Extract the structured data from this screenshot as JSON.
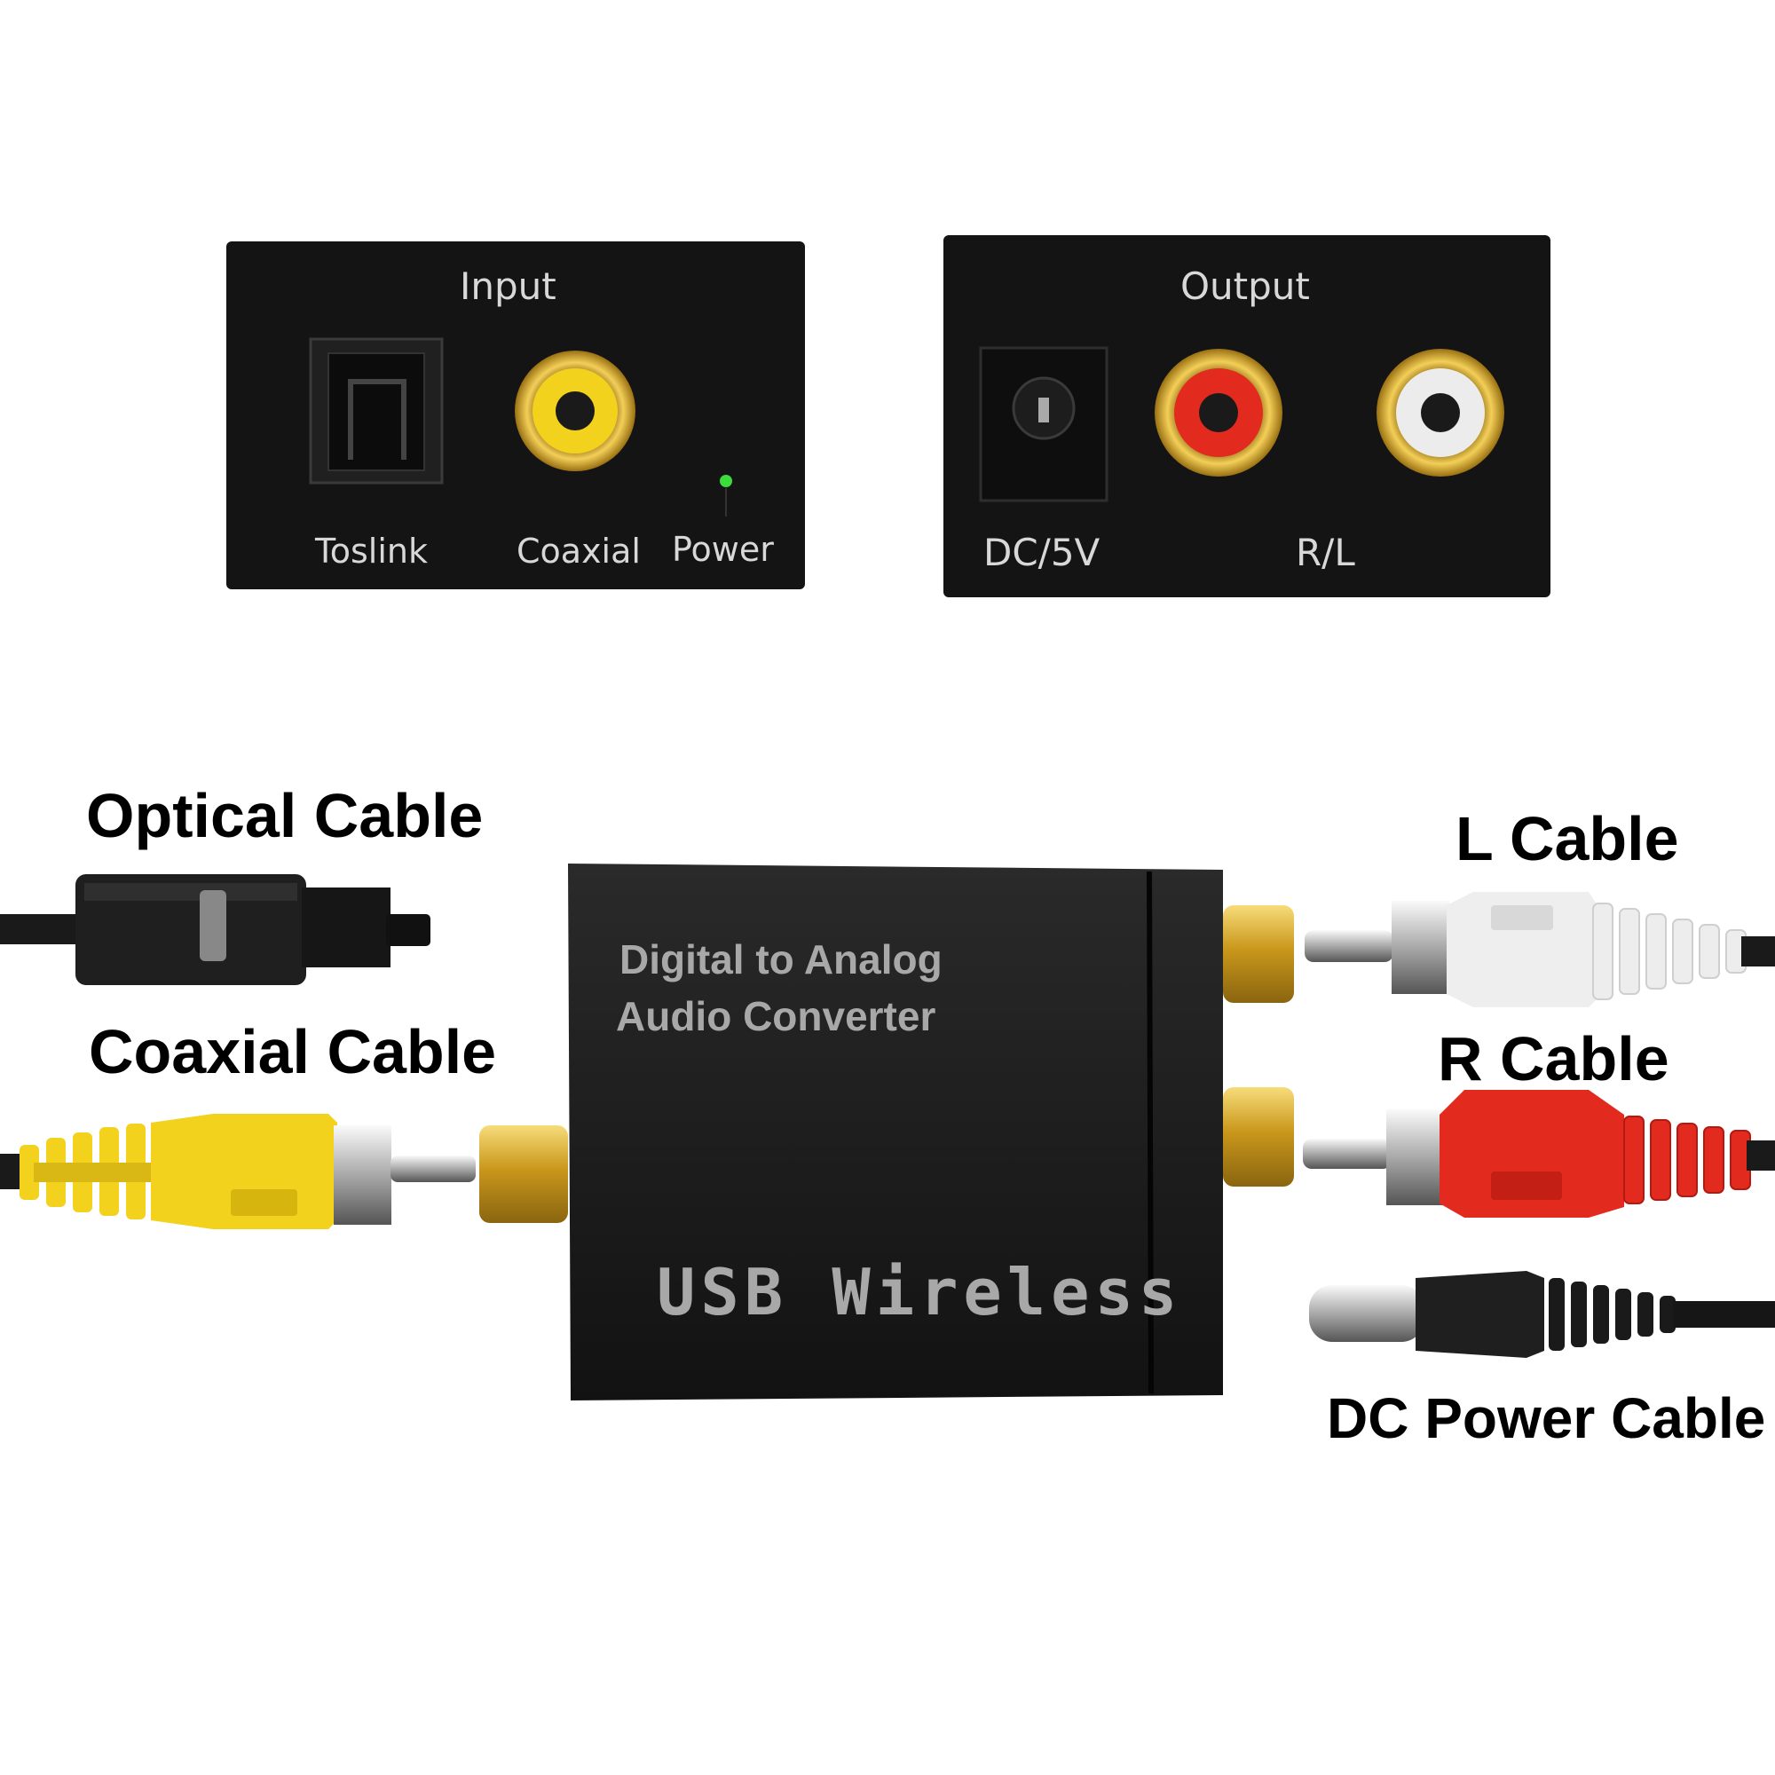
{
  "input_panel": {
    "title": "Input",
    "labels": {
      "toslink": "Toslink",
      "coaxial": "Coaxial",
      "power": "Power"
    }
  },
  "output_panel": {
    "title": "Output",
    "labels": {
      "dc": "DC/5V",
      "rl": "R/L"
    }
  },
  "device": {
    "line1": "Digital to Analog",
    "line2": "Audio Converter",
    "model": "USB Wireless"
  },
  "cables": {
    "optical": "Optical Cable",
    "coaxial": "Coaxial Cable",
    "left": "L Cable",
    "right": "R Cable",
    "dc": "DC Power Cable"
  },
  "colors": {
    "device_body": "#1c1c1c",
    "gold": "#d4a520",
    "coax_yellow": "#f2d21c",
    "r_red": "#e32a1e",
    "l_white": "#ececec",
    "led_green": "#3ddc3d"
  }
}
